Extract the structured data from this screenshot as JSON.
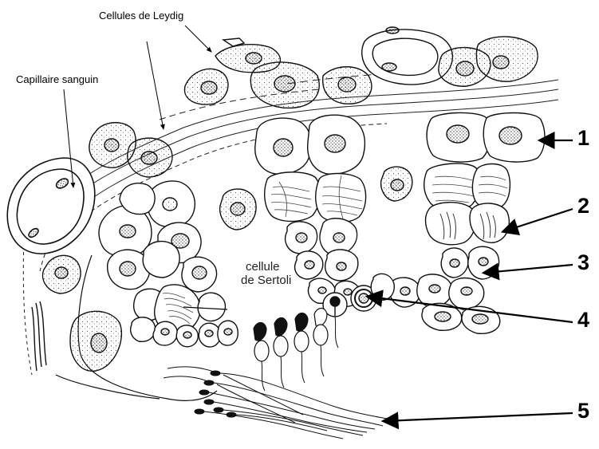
{
  "labels": {
    "leydig": "Cellules de Leydig",
    "capillary": "Capillaire sanguin",
    "sertoli_line1": "cellule",
    "sertoli_line2": "de Sertoli"
  },
  "numbers": [
    "1",
    "2",
    "3",
    "4",
    "5"
  ],
  "colors": {
    "ink": "#000000",
    "background": "#ffffff",
    "stipple": "#555555"
  }
}
